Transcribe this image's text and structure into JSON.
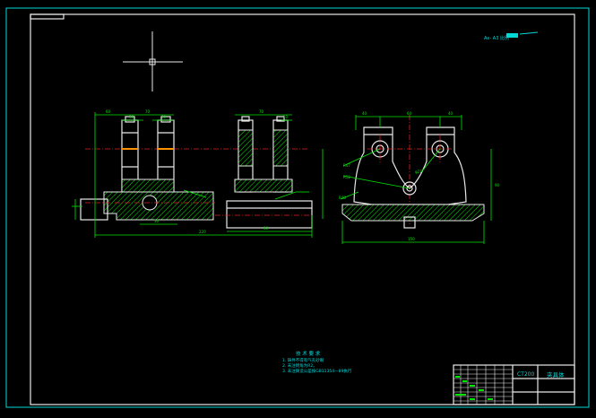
{
  "drawing": {
    "scale_note": "Ax- A3 比例",
    "title_block": {
      "part_code": "CT200",
      "part_name": "夹具体"
    },
    "tech_requirements": {
      "heading": "技 术 要 求",
      "items": [
        "1. 铸件不得有气孔砂眼",
        "2. 未注倒角为R2。",
        "3. 未注铸造公差按GB11354—89执行"
      ]
    },
    "dims_front": {
      "top_left": "60",
      "top_mid": "70",
      "top_sub_1": "30",
      "top_sub_2": "30",
      "top_right": "70",
      "top_right_sub": "10",
      "overall": "220",
      "bottom_mid": "30",
      "lower_right": "80"
    },
    "dims_side": {
      "top_left": "40",
      "top_mid": "60",
      "top_right": "40",
      "r_label_1": "R47",
      "r_label_2": "R52",
      "r_label_3": "R48",
      "r_label_4": "φ27",
      "overall": "150",
      "height": "90"
    }
  }
}
